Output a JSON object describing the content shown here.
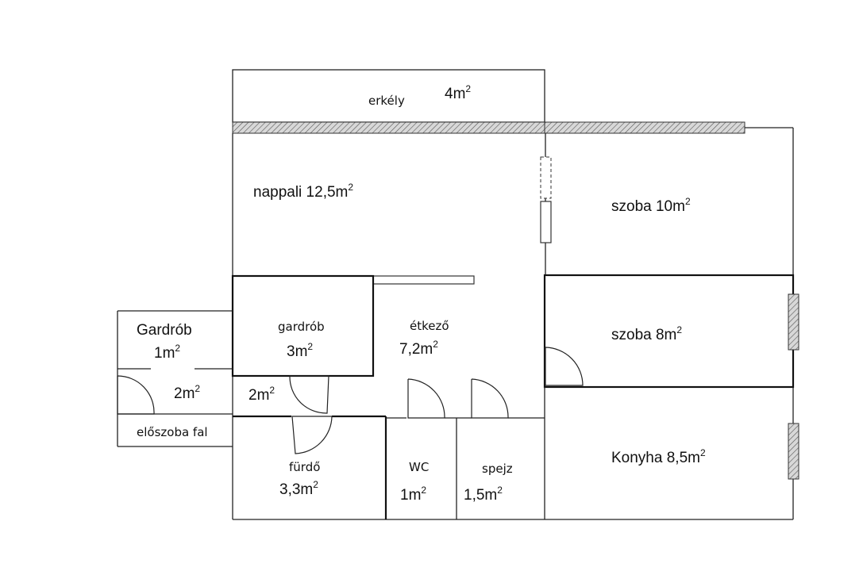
{
  "floorplan": {
    "rooms": {
      "erkely": {
        "name": "erkély",
        "area": "4m",
        "exp": "2"
      },
      "nappali": {
        "label": "nappali 12,5m",
        "exp": "2"
      },
      "szoba10": {
        "label": "szoba 10m",
        "exp": "2"
      },
      "szoba8": {
        "label": "szoba 8m",
        "exp": "2"
      },
      "etkezo": {
        "name": "étkező",
        "area": "7,2m",
        "exp": "2"
      },
      "gardrob3": {
        "name": "gardrób",
        "area": "3m",
        "exp": "2"
      },
      "gardrob1": {
        "name": "Gardrób",
        "area": "1m",
        "exp": "2"
      },
      "hall2a": {
        "area": "2m",
        "exp": "2"
      },
      "hall2b": {
        "area": "2m",
        "exp": "2"
      },
      "eloszoba": {
        "name": "előszoba fal"
      },
      "furdo": {
        "name": "fürdő",
        "area": "3,3m",
        "exp": "2"
      },
      "wc": {
        "name": "WC",
        "area": "1m",
        "exp": "2"
      },
      "spejz": {
        "name": "spejz",
        "area": "1,5m",
        "exp": "2"
      },
      "konyha": {
        "label": "Konyha 8,5m",
        "exp": "2"
      }
    },
    "colors": {
      "wall": "#222222",
      "hatch": "#666666",
      "background": "#ffffff"
    }
  }
}
